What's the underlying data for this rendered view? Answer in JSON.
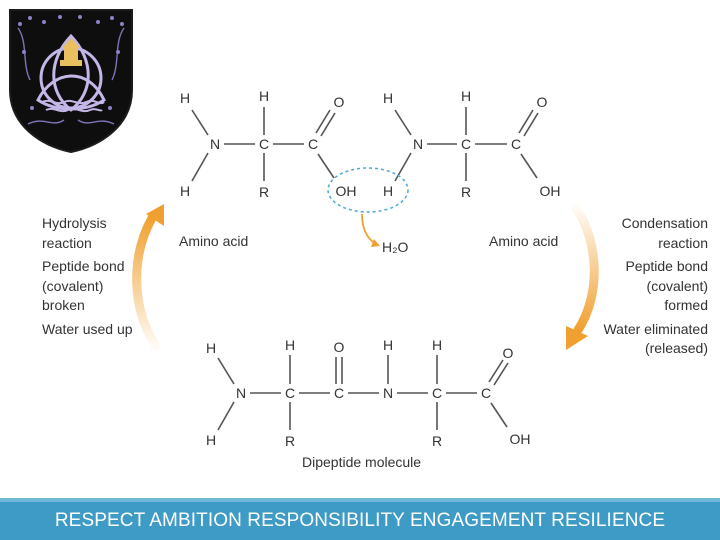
{
  "left_panel": {
    "line1": "Hydrolysis",
    "line2": "reaction",
    "line3": "Peptide bond",
    "line4": "(covalent)",
    "line5": "broken",
    "line6": "Water used up"
  },
  "right_panel": {
    "line1": "Condensation",
    "line2": "reaction",
    "line3": "Peptide bond",
    "line4": "(covalent)",
    "line5": "formed",
    "line6": "Water eliminated",
    "line7": "(released)"
  },
  "labels": {
    "amino_acid_1": "Amino acid",
    "amino_acid_2": "Amino acid",
    "water": "H₂O",
    "dipeptide": "Dipeptide molecule"
  },
  "atoms": {
    "H": "H",
    "N": "N",
    "C": "C",
    "O": "O",
    "R": "R",
    "OH": "OH"
  },
  "footer": {
    "text": "RESPECT AMBITION RESPONSIBILITY ENGAGEMENT RESILIENCE"
  },
  "colors": {
    "arrow": "#f0a030",
    "highlight": "#4aa8d8",
    "footer_bg": "#3e9bc6",
    "crest_bg": "#0e0e0e",
    "crest_accent": "#c5b6e8"
  }
}
